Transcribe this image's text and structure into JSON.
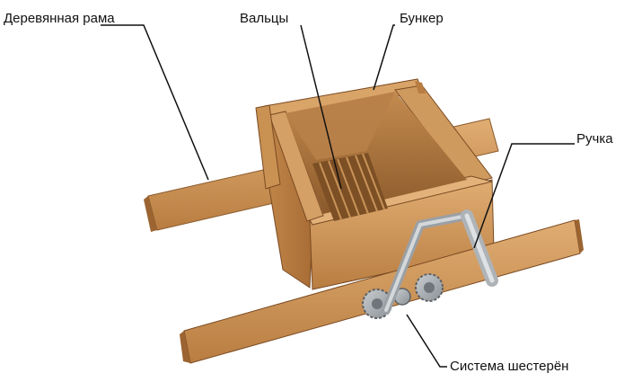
{
  "labels": {
    "frame": "Деревянная рама",
    "rollers": "Вальцы",
    "hopper": "Бункер",
    "handle": "Ручка",
    "gears": "Система шестерён"
  },
  "colors": {
    "wood_light": "#d9a468",
    "wood_mid": "#c68d4e",
    "wood_dark": "#9b6431",
    "wood_shadow": "#7a4a22",
    "metal": "#a7acb0",
    "metal_dark": "#6f757a",
    "leader_line": "#111111"
  }
}
